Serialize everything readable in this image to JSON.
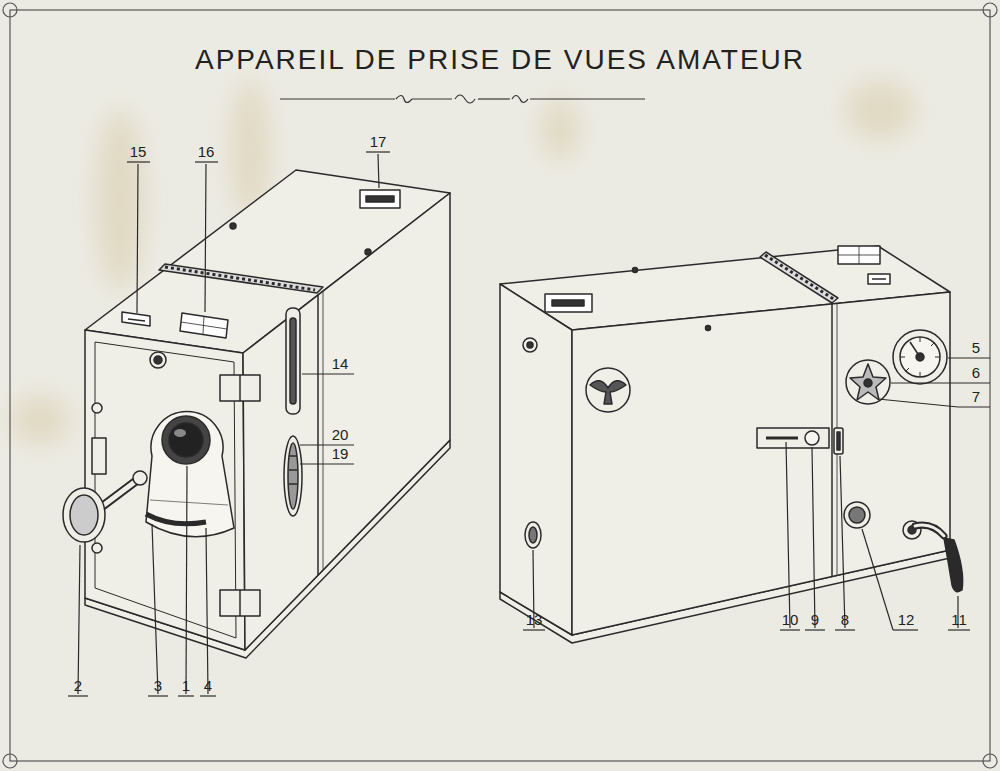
{
  "diagram": {
    "title": "APPAREIL DE PRISE DE VUES AMATEUR",
    "labels": [
      "15",
      "16",
      "17",
      "14",
      "20",
      "19",
      "2",
      "3",
      "1",
      "4",
      "5",
      "6",
      "7",
      "13",
      "10",
      "9",
      "8",
      "12",
      "11"
    ]
  }
}
